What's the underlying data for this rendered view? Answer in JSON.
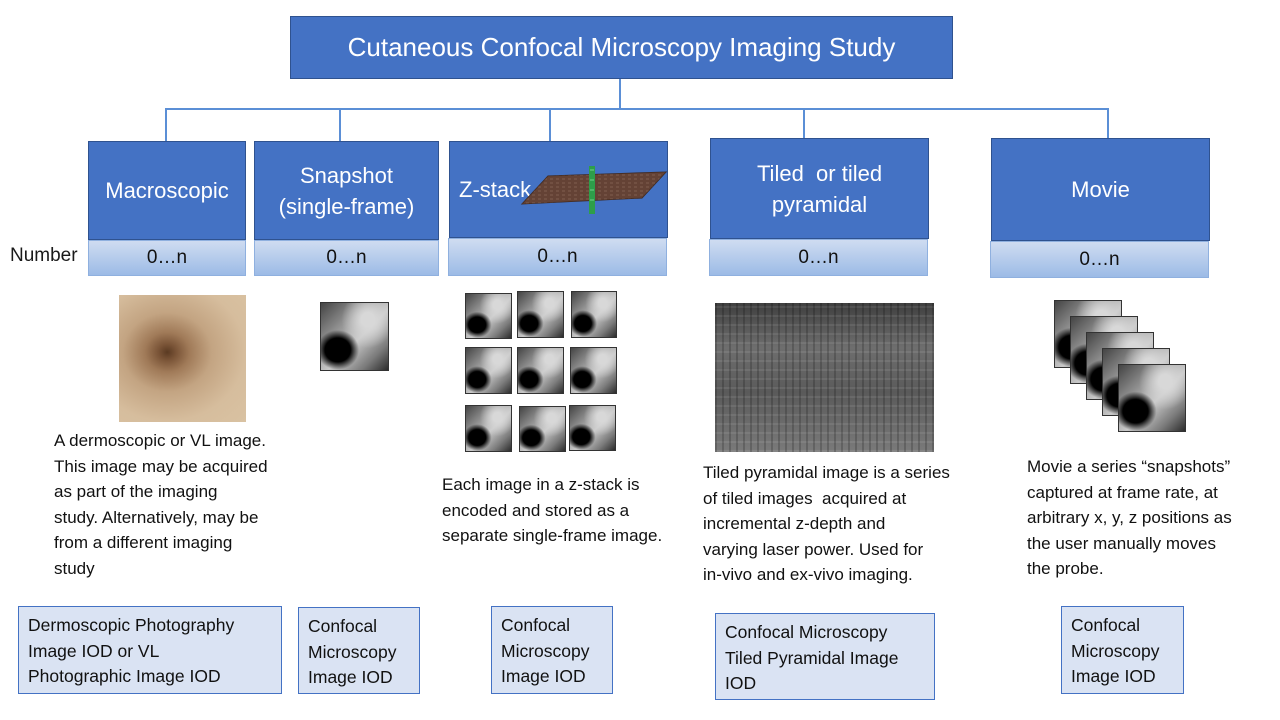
{
  "title": "Cutaneous Confocal Microscopy Imaging Study",
  "number_label": "Number",
  "categories": [
    {
      "label_l1": "Macroscopic",
      "count": "0…n",
      "description": [
        "A dermoscopic or VL image.",
        "This image may be acquired",
        "as part of the imaging",
        "study. Alternatively, may be",
        "from a different imaging",
        "study"
      ],
      "iod": [
        "Dermoscopic Photography",
        "Image IOD or VL",
        "Photographic Image IOD"
      ]
    },
    {
      "label_l1": "Snapshot",
      "label_l2": "(single-frame)",
      "count": "0…n",
      "iod": [
        "Confocal",
        "Microscopy",
        "Image IOD"
      ]
    },
    {
      "label_l1": "Z-stack",
      "count": "0…n",
      "description": [
        "Each image in a z-stack is",
        "encoded and stored as a",
        "separate single-frame image."
      ],
      "iod": [
        "Confocal",
        "Microscopy",
        "Image IOD"
      ]
    },
    {
      "label_l1": "Tiled  or tiled",
      "label_l2": "pyramidal",
      "count": "0…n",
      "description": [
        "Tiled pyramidal image is a series",
        "of tiled images  acquired at",
        "incremental z-depth and",
        "varying laser power. Used for",
        "in-vivo and ex-vivo imaging."
      ],
      "iod": [
        "Confocal Microscopy",
        "Tiled Pyramidal Image",
        "IOD"
      ]
    },
    {
      "label_l1": "Movie",
      "count": "0…n",
      "description": [
        "Movie a series “snapshots”",
        "captured at frame rate, at",
        "arbitrary x, y, z positions as",
        "the user manually moves",
        "the probe."
      ],
      "iod": [
        "Confocal",
        "Microscopy",
        "Image IOD"
      ]
    }
  ],
  "colors": {
    "box": "#4472c4",
    "count_box": "#b4c7e7",
    "iod_box": "#dae3f3",
    "connector": "#5b8fd6"
  },
  "images": [
    "dermoscopic-photo",
    "confocal-snapshot",
    "z-stack-grid",
    "tiled-mosaic",
    "movie-frames"
  ]
}
